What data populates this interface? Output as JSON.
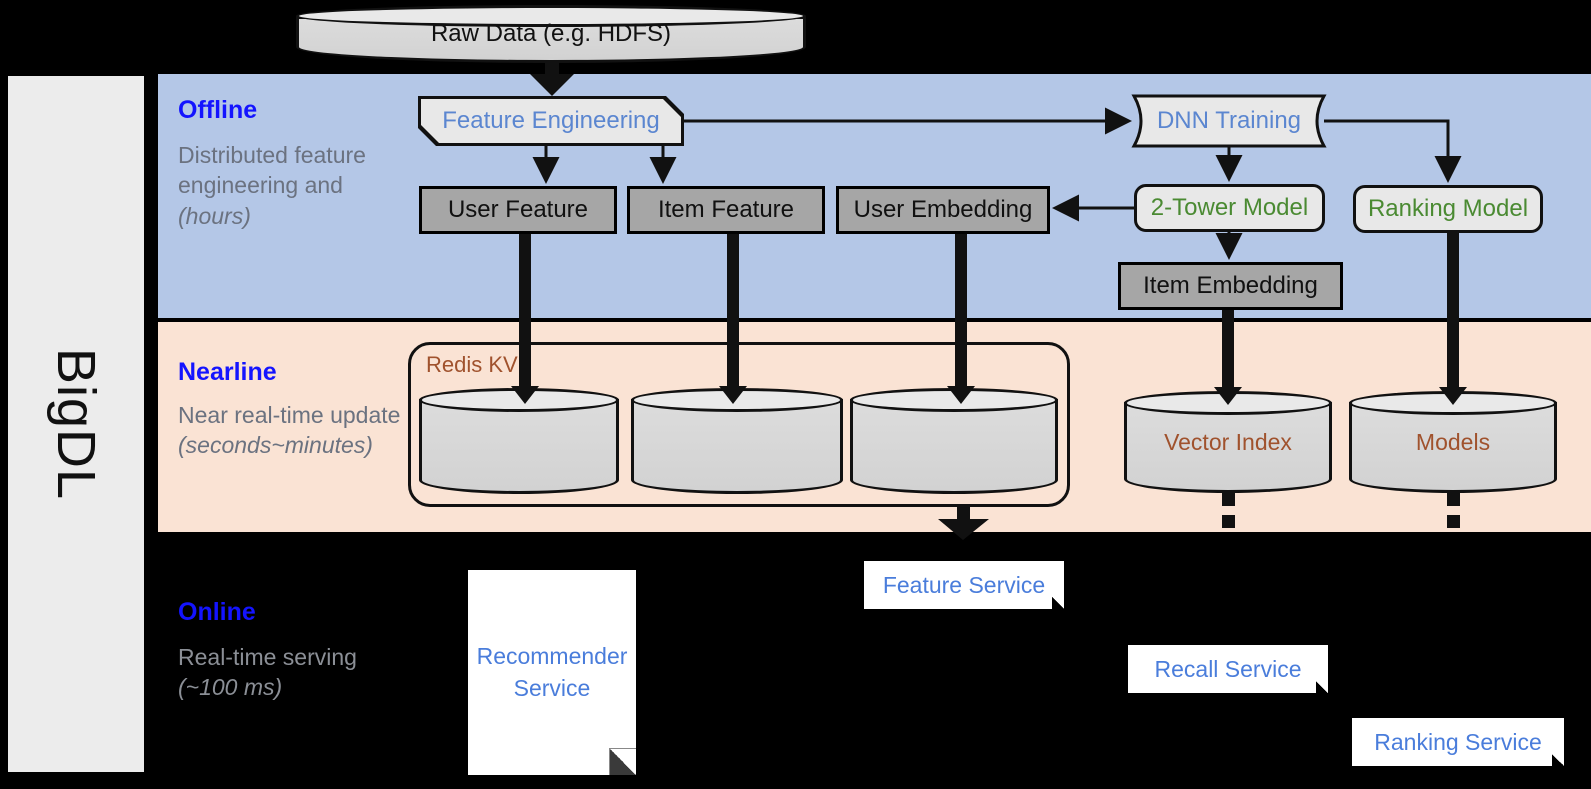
{
  "framework": {
    "name": "BigDL"
  },
  "top": {
    "raw_data": "Raw Data (e.g. HDFS)"
  },
  "bands": [
    {
      "id": "offline",
      "title": "Offline",
      "subtitle": "Distributed feature engineering and ",
      "subtitle_italic": "(hours)",
      "bg": "#b4c7e7"
    },
    {
      "id": "nearline",
      "title": "Nearline",
      "subtitle": "Near real-time update ",
      "subtitle_italic": "(seconds~minutes)",
      "bg": "#fae3d4"
    },
    {
      "id": "online",
      "title": "Online",
      "subtitle": "Real-time serving ",
      "subtitle_italic": "(~100 ms)",
      "bg": "#000000"
    }
  ],
  "offline": {
    "feature_engineering": "Feature Engineering",
    "dnn_training": "DNN Training",
    "user_feature": "User Feature",
    "item_feature": "Item Feature",
    "user_embedding": "User Embedding",
    "two_tower_model": "2-Tower Model",
    "ranking_model": "Ranking Model",
    "item_embedding": "Item Embedding"
  },
  "nearline": {
    "redis_kv": "Redis KV",
    "stores": [
      "",
      "",
      ""
    ],
    "vector_index": "Vector Index",
    "models": "Models"
  },
  "online": {
    "recommender_service": "Recommender Service",
    "feature_service": "Feature Service",
    "recall_service": "Recall Service",
    "ranking_service": "Ranking Service"
  },
  "colors": {
    "accent_blue": "#1414ff",
    "text_blue": "#5b86d0",
    "text_green": "#4a8a32",
    "text_brown": "#a0522d",
    "offline_bg": "#b4c7e7",
    "nearline_bg": "#fae3d4",
    "online_bg": "#000000",
    "gray_block": "#a6a6a6",
    "light_block": "#e8e8e8"
  }
}
